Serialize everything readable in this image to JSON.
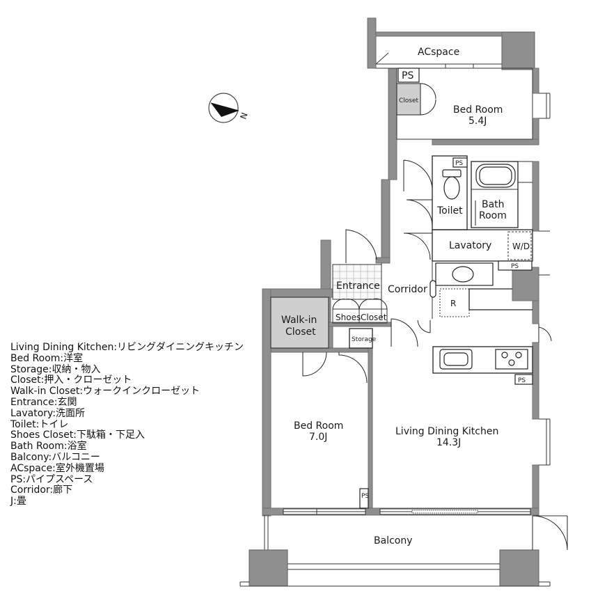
{
  "rooms": {
    "acspace": "ACspace",
    "ps_top": "PS",
    "closet_top": "Closet",
    "bedroom1_name": "Bed Room",
    "bedroom1_size": "5.4J",
    "ps_bath": "PS",
    "toilet": "Toilet",
    "bath_line1": "Bath",
    "bath_line2": "Room",
    "lavatory": "Lavatory",
    "wd": "W/D",
    "ps_lav": "PS",
    "entrance": "Entrance",
    "corridor": "Corridor",
    "r": "R",
    "walkin_line1": "Walk-in",
    "walkin_line2": "Closet",
    "shoes": "Shoes",
    "closet_shoes": "Closet",
    "storage": "Storage",
    "ps_kitchen": "PS",
    "bedroom2_name": "Bed Room",
    "bedroom2_size": "7.0J",
    "ldk_name": "Living Dining Kitchen",
    "ldk_size": "14.3J",
    "ps_bottom": "PS",
    "balcony": "Balcony"
  },
  "legend": [
    "Living Dining Kitchen:リビングダイニングキッチン",
    "Bed Room:洋室",
    "Storage:収納・物入",
    "Closet:押入・クローゼット",
    "Walk-in Closet:ウォークインクローゼット",
    "Entrance:玄関",
    "Lavatory:洗面所",
    "Toilet:トイレ",
    "Shoes Closet:下駄箱・下足入",
    "Bath Room:浴室",
    "Balcony:バルコニー",
    "ACspace:室外機置場",
    "PS:パイプスペース",
    "Corridor:廊下",
    "J:畳"
  ],
  "compass": {
    "north_label": "N"
  }
}
